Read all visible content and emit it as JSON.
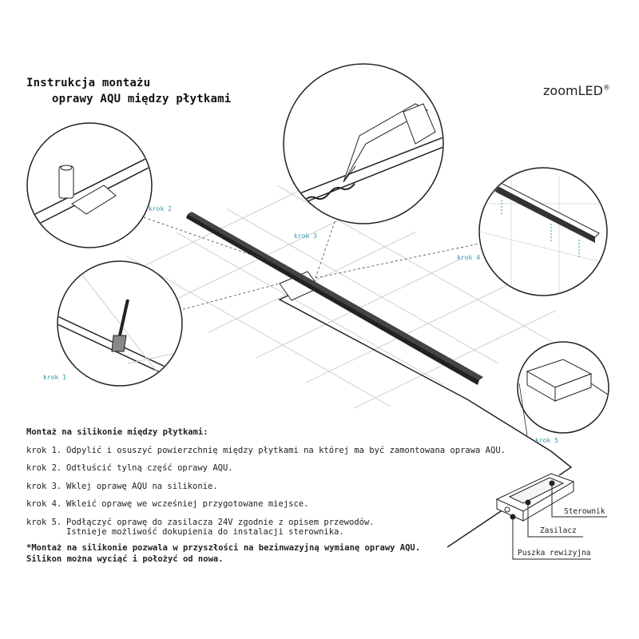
{
  "header": {
    "title_line1": "Instrukcja montażu",
    "title_line2": "oprawy AQU między płytkami",
    "logo": "zoomLED",
    "logo_mark": "®"
  },
  "diagram": {
    "step_labels": [
      "krok 1",
      "krok 2",
      "krok 3",
      "krok 4",
      "krok 5"
    ],
    "callouts": {
      "controller": "Sterownik",
      "power_supply": "Zasilacz",
      "junction_box": "Puszka rewizyjna"
    },
    "colors": {
      "step_label": "#2a9aa5",
      "line": "#222222",
      "tile": "#cfcfcf"
    }
  },
  "instructions": {
    "heading": "Montaż na silikonie między płytkami:",
    "steps": [
      {
        "label": "krok 1.",
        "text": "Odpylić i osuszyć powierzchnię między płytkami na której ma być zamontowana oprawa AQU."
      },
      {
        "label": "krok 2.",
        "text": "Odtłuścić tylną część oprawy AQU."
      },
      {
        "label": "krok 3.",
        "text": "Wklej oprawę AQU na silikonie."
      },
      {
        "label": "krok 4.",
        "text": "Wkleić oprawę we wcześniej przygotowane miejsce."
      },
      {
        "label": "krok 5.",
        "text": "Podłączyć oprawę do zasilacza 24V zgodnie z opisem przewodów.",
        "text2": "Istnieje możliwość dokupienia do instalacji sterownika."
      }
    ],
    "note_line1": "*Montaż na silikonie pozwala w przyszłości na bezinwazyjną wymianę oprawy AQU.",
    "note_line2": "Silikon można wyciąć i położyć od nowa."
  }
}
